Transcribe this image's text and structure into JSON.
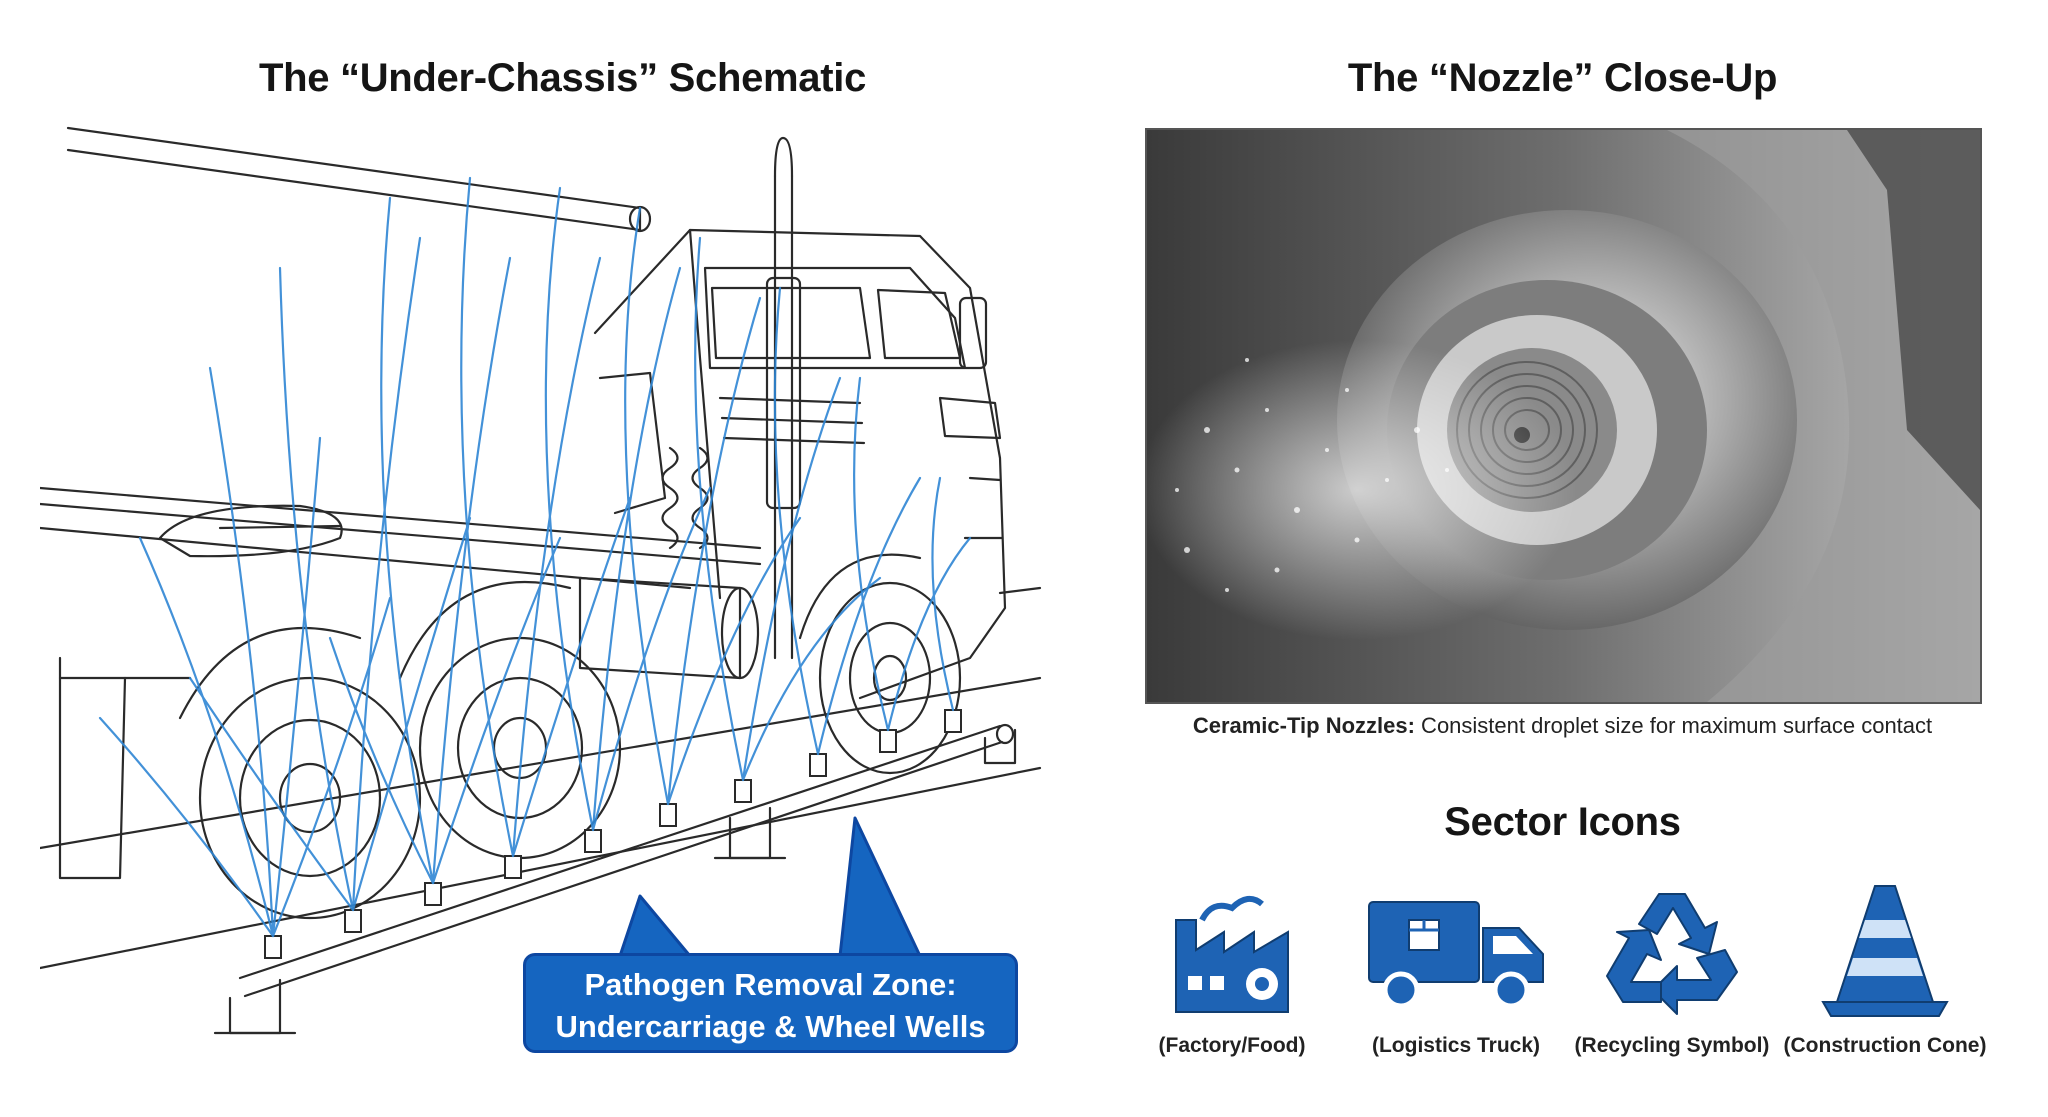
{
  "left_panel": {
    "title": "The “Under-Chassis” Schematic",
    "callout": {
      "line1": "Pathogen Removal Zone:",
      "line2": "Undercarriage & Wheel Wells"
    }
  },
  "right_panel": {
    "title": "The “Nozzle” Close-Up",
    "caption_bold": "Ceramic-Tip Nozzles:",
    "caption_text": " Consistent droplet size for maximum surface contact"
  },
  "sectors": {
    "title": "Sector Icons",
    "items": [
      {
        "icon": "factory-icon",
        "label": "(Factory/Food)"
      },
      {
        "icon": "truck-icon",
        "label": "(Logistics Truck)"
      },
      {
        "icon": "recycle-icon",
        "label": "(Recycling Symbol)"
      },
      {
        "icon": "cone-icon",
        "label": "(Construction Cone)"
      }
    ]
  },
  "colors": {
    "spray_blue": "#2f86d4",
    "callout_blue": "#1565c0",
    "icon_blue": "#1e63b4",
    "line_art": "#2a2a2a"
  }
}
